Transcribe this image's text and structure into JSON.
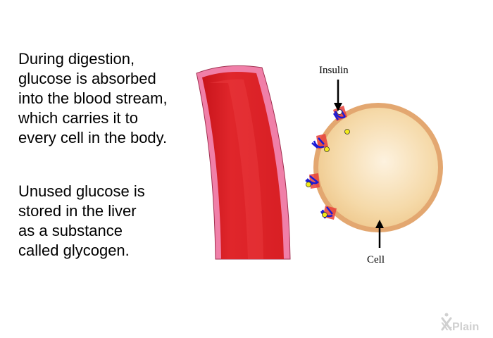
{
  "paragraphs": [
    {
      "lines": [
        "During digestion,",
        "glucose is absorbed",
        "into the blood stream,",
        "which carries it to",
        "every cell in the body."
      ]
    },
    {
      "lines": [
        "Unused glucose is",
        "stored in the liver",
        "as a substance",
        "called glycogen."
      ]
    }
  ],
  "labels": {
    "insulin": "Insulin",
    "cell": "Cell"
  },
  "logo": {
    "text": "X-Plain"
  },
  "colors": {
    "vessel_red": "#e0262b",
    "vessel_wall": "#f07fa8",
    "cell_fill": "#f6dca8",
    "cell_membrane": "#e3a770",
    "receptor_red": "#e8413a",
    "receptor_blue": "#1a1ad6",
    "glucose": "#f2ea1c"
  }
}
